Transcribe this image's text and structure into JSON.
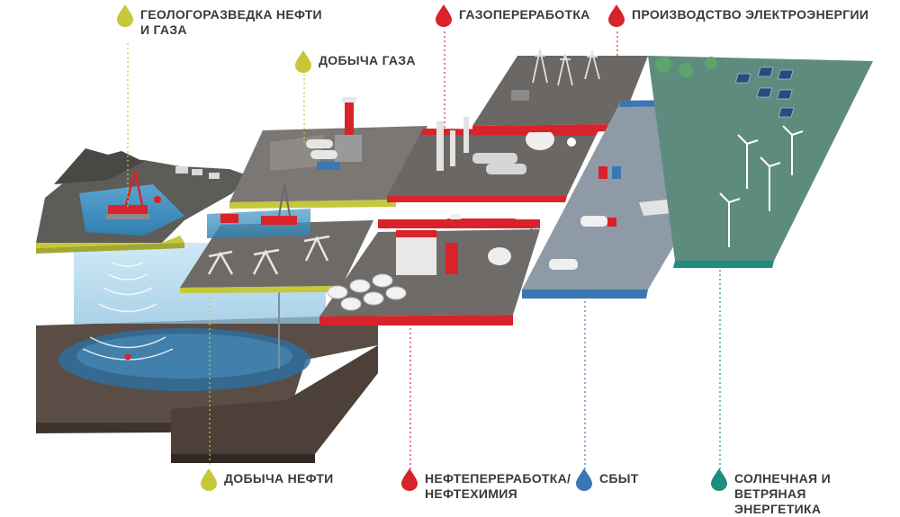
{
  "colors": {
    "oil_gas": "#c5c83a",
    "refining": "#d8232a",
    "power": "#d8232a",
    "sales": "#3a78b5",
    "renewable": "#1f8c7e"
  },
  "labels": {
    "exploration": [
      "ГЕОЛОГОРАЗВЕДКА НЕФТИ",
      "И ГАЗА"
    ],
    "gas_production": [
      "ДОБЫЧА ГАЗА"
    ],
    "gas_processing": [
      "ГАЗОПЕРЕРАБОТКА"
    ],
    "power_generation": [
      "ПРОИЗВОДСТВО ЭЛЕКТРОЭНЕРГИИ"
    ],
    "oil_production": [
      "ДОБЫЧА НЕФТИ"
    ],
    "refining": [
      "НЕФТЕПЕРЕРАБОТКА/",
      "НЕФТЕХИМИЯ"
    ],
    "sales": [
      "СБЫТ"
    ],
    "renewables": [
      "СОЛНЕЧНАЯ И ВЕТРЯНАЯ",
      "ЭНЕРГЕТИКА"
    ]
  },
  "icons": {
    "drop": "drop-icon",
    "rig": "offshore-rig-icon",
    "pump": "pumpjack-icon",
    "tank": "tank-icon",
    "wind": "wind-turbine-icon",
    "solar": "solar-panel-icon",
    "pylon": "power-pylon-icon",
    "ship": "tanker-ship-icon",
    "truck": "tanker-truck-icon",
    "plane": "airplane-icon",
    "station": "fuel-station-icon"
  }
}
